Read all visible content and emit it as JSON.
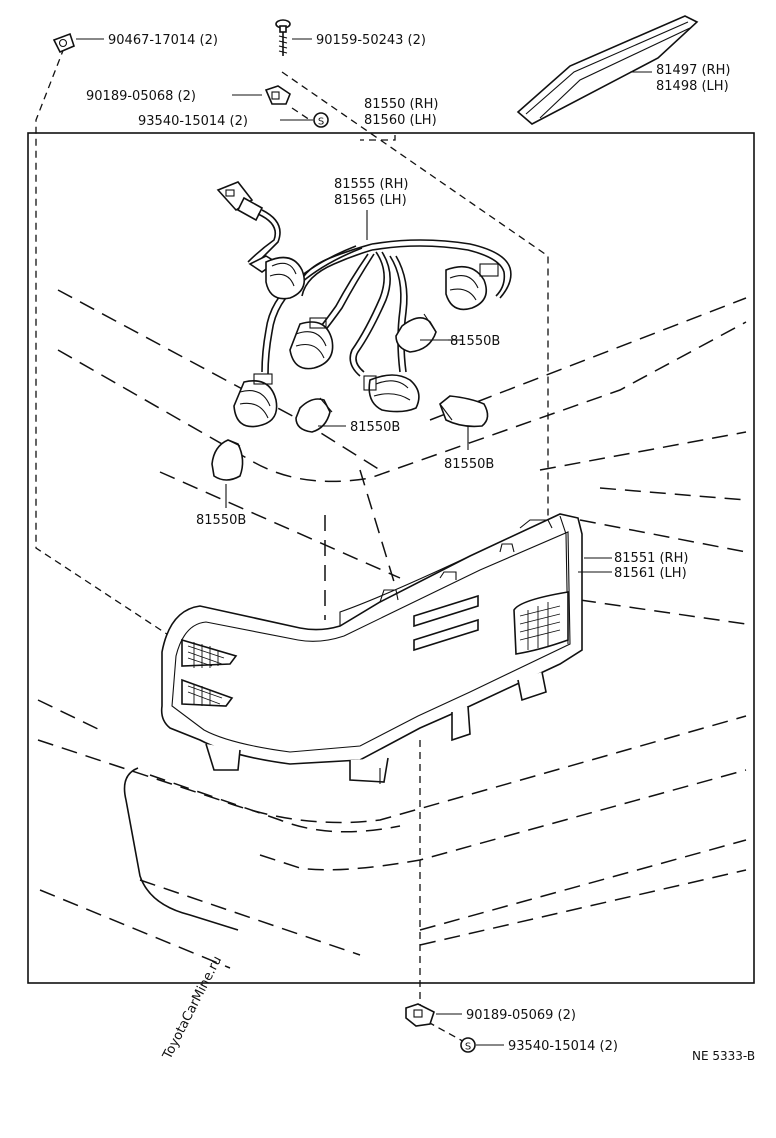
{
  "parts": {
    "p90467": "90467-17014 (2)",
    "p90159": "90159-50243 (2)",
    "p90189a": "90189-05068 (2)",
    "p93540a": "93540-15014 (2)",
    "p81550rh": "81550 (RH)",
    "p81560lh": "81560 (LH)",
    "p81497": "81497 (RH)",
    "p81498": "81498 (LH)",
    "p81555": "81555 (RH)",
    "p81565": "81565 (LH)",
    "bulb1": "81550B",
    "bulb2": "81550B",
    "bulb3": "81550B",
    "bulb4": "81550B",
    "p81551": "81551 (RH)",
    "p81561": "81561 (LH)",
    "p90189b": "90189-05069 (2)",
    "p93540b": "93540-15014 (2)"
  },
  "symbols": {
    "s1": "S",
    "s2": "S"
  },
  "figure_code": "NE 5333-B",
  "watermark": "ToyotaCarMine.ru"
}
